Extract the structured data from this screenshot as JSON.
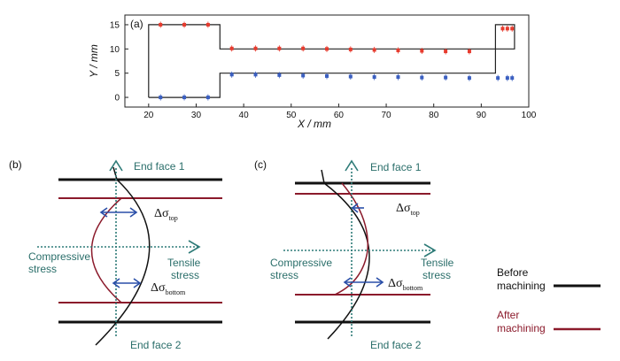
{
  "chart_data": {
    "type": "scatter",
    "panel_label": "(a)",
    "xlabel": "X / mm",
    "ylabel": "Y / mm",
    "xlim": [
      15,
      100
    ],
    "ylim": [
      -2,
      17
    ],
    "xticks": [
      "20",
      "30",
      "40",
      "50",
      "60",
      "70",
      "80",
      "90",
      "100"
    ],
    "yticks": [
      "0",
      "5",
      "10",
      "15"
    ],
    "outline": {
      "x": [
        20,
        35,
        35,
        93,
        93,
        97,
        97,
        35,
        35,
        20,
        20
      ],
      "y": [
        0,
        0,
        5,
        5,
        15,
        15,
        10,
        10,
        15,
        15,
        0
      ]
    },
    "series": [
      {
        "color": "#e63b2e",
        "x": [
          22.5,
          27.5,
          32.5,
          37.5,
          42.5,
          47.5,
          52.5,
          57.5,
          62.5,
          67.5,
          72.5,
          77.5,
          82.5,
          87.5,
          94.5,
          95.5,
          96.5
        ],
        "y": [
          15,
          15,
          15,
          10.1,
          10.1,
          10.1,
          10.1,
          10,
          9.9,
          9.8,
          9.7,
          9.6,
          9.5,
          9.5,
          14.2,
          14.2,
          14.2
        ]
      },
      {
        "color": "#3b5fc0",
        "x": [
          22.5,
          27.5,
          32.5,
          37.5,
          42.5,
          47.5,
          52.5,
          57.5,
          62.5,
          67.5,
          72.5,
          77.5,
          82.5,
          87.5,
          93.5,
          95.5,
          96.5
        ],
        "y": [
          0,
          0,
          0,
          4.7,
          4.7,
          4.6,
          4.5,
          4.4,
          4.3,
          4.2,
          4.2,
          4.1,
          4.1,
          4.0,
          4.0,
          4.0,
          4.0
        ]
      }
    ]
  },
  "diagram_b": {
    "label": "(b)",
    "end_face_1": "End face 1",
    "end_face_2": "End face 2",
    "delta_top": "Δσ",
    "delta_top_sub": "top",
    "delta_bottom": "Δσ",
    "delta_bottom_sub": "bottom",
    "compressive_1": "Compressive",
    "compressive_2": "stress",
    "tensile_1": "Tensile",
    "tensile_2": "stress"
  },
  "diagram_c": {
    "label": "(c)",
    "end_face_1": "End face 1",
    "end_face_2": "End face 2",
    "delta_top": "Δσ",
    "delta_top_sub": "top",
    "delta_bottom": "Δσ",
    "delta_bottom_sub": "bottom",
    "compressive_1": "Compressive",
    "compressive_2": "stress",
    "tensile_1": "Tensile",
    "tensile_2": "stress"
  },
  "legend": {
    "before_1": "Before",
    "before_2": "machining",
    "after_1": "After",
    "after_2": "machining",
    "before_color": "#111111",
    "after_color": "#8b1a2b"
  },
  "colors": {
    "axis_teal": "#2e7b78",
    "label_teal": "#2a6e6a"
  }
}
